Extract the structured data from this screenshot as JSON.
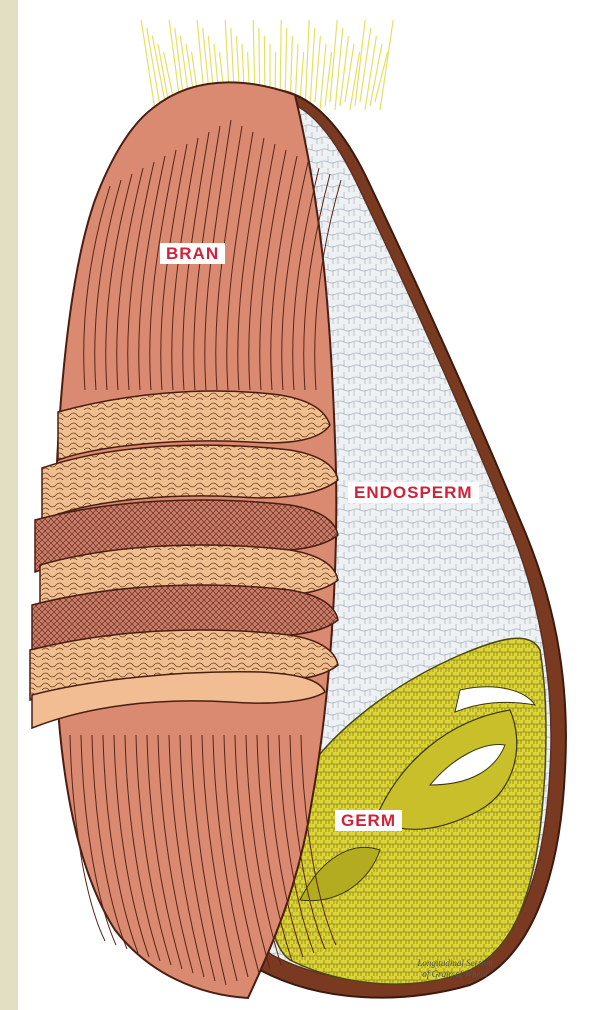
{
  "labels": {
    "bran": "BRAN",
    "endosperm": "ENDOSPERM",
    "germ": "GERM"
  },
  "caption": {
    "line1": "Longitudinal Section",
    "line2": "of Grain of Wheat"
  },
  "colors": {
    "background": "#e2dfc2",
    "bran": "#d98a70",
    "bran_lines": "#5a2418",
    "layer": "#f0bf8f",
    "endosperm": "#eef1f4",
    "germ": "#dcd335",
    "hairs": "#e6df62",
    "label_text": "#d0233b"
  }
}
